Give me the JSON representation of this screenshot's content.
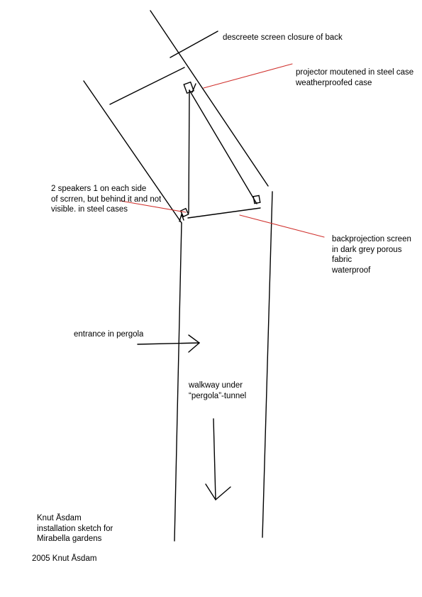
{
  "labels": {
    "screen_closure": "descreete screen closure of back",
    "projector": "projector moutened in steel case\nweatherproofed case",
    "speakers": "2 speakers 1 on each side\nof scrren, but behind it and not\nvisible. in steel cases",
    "backprojection_screen": "backprojection screen\nin dark grey porous fabric\nwaterproof",
    "entrance": "entrance in pergola",
    "walkway": "walkway under\n“pergola”-tunnel",
    "credit": "Knut Åsdam\ninstallation sketch for\nMirabella gardens",
    "copyright": "2005 Knut Åsdam"
  },
  "colors": {
    "ink": "#000000",
    "leader_line": "#d0312d",
    "background": "#ffffff"
  }
}
